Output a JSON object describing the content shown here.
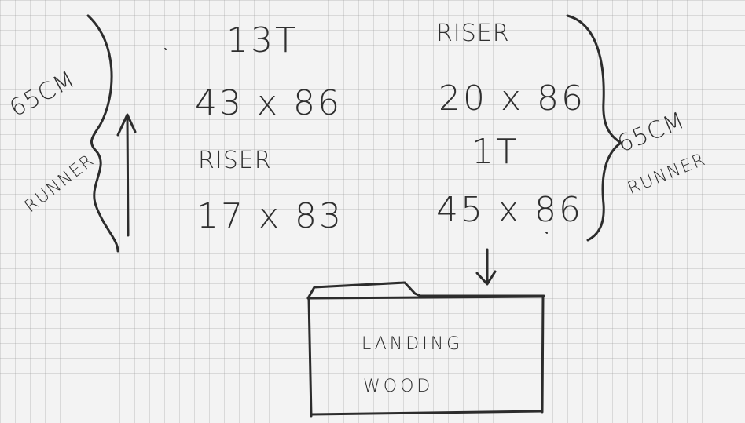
{
  "left_column": {
    "tread_label": "13T",
    "tread_dims": "43 x 86",
    "riser_label": "RISER",
    "riser_dims": "17 x 83"
  },
  "right_column": {
    "riser_label": "RISER",
    "riser_dims": "20 x 86",
    "tread_label": "1T",
    "tread_dims": "45 x 86"
  },
  "left_brace": {
    "length": "65CM",
    "note": "RUNNER"
  },
  "right_brace": {
    "length": "65CM",
    "note": "RUNNER"
  },
  "folder": {
    "line1": "LANDING",
    "line2": "WOOD"
  }
}
